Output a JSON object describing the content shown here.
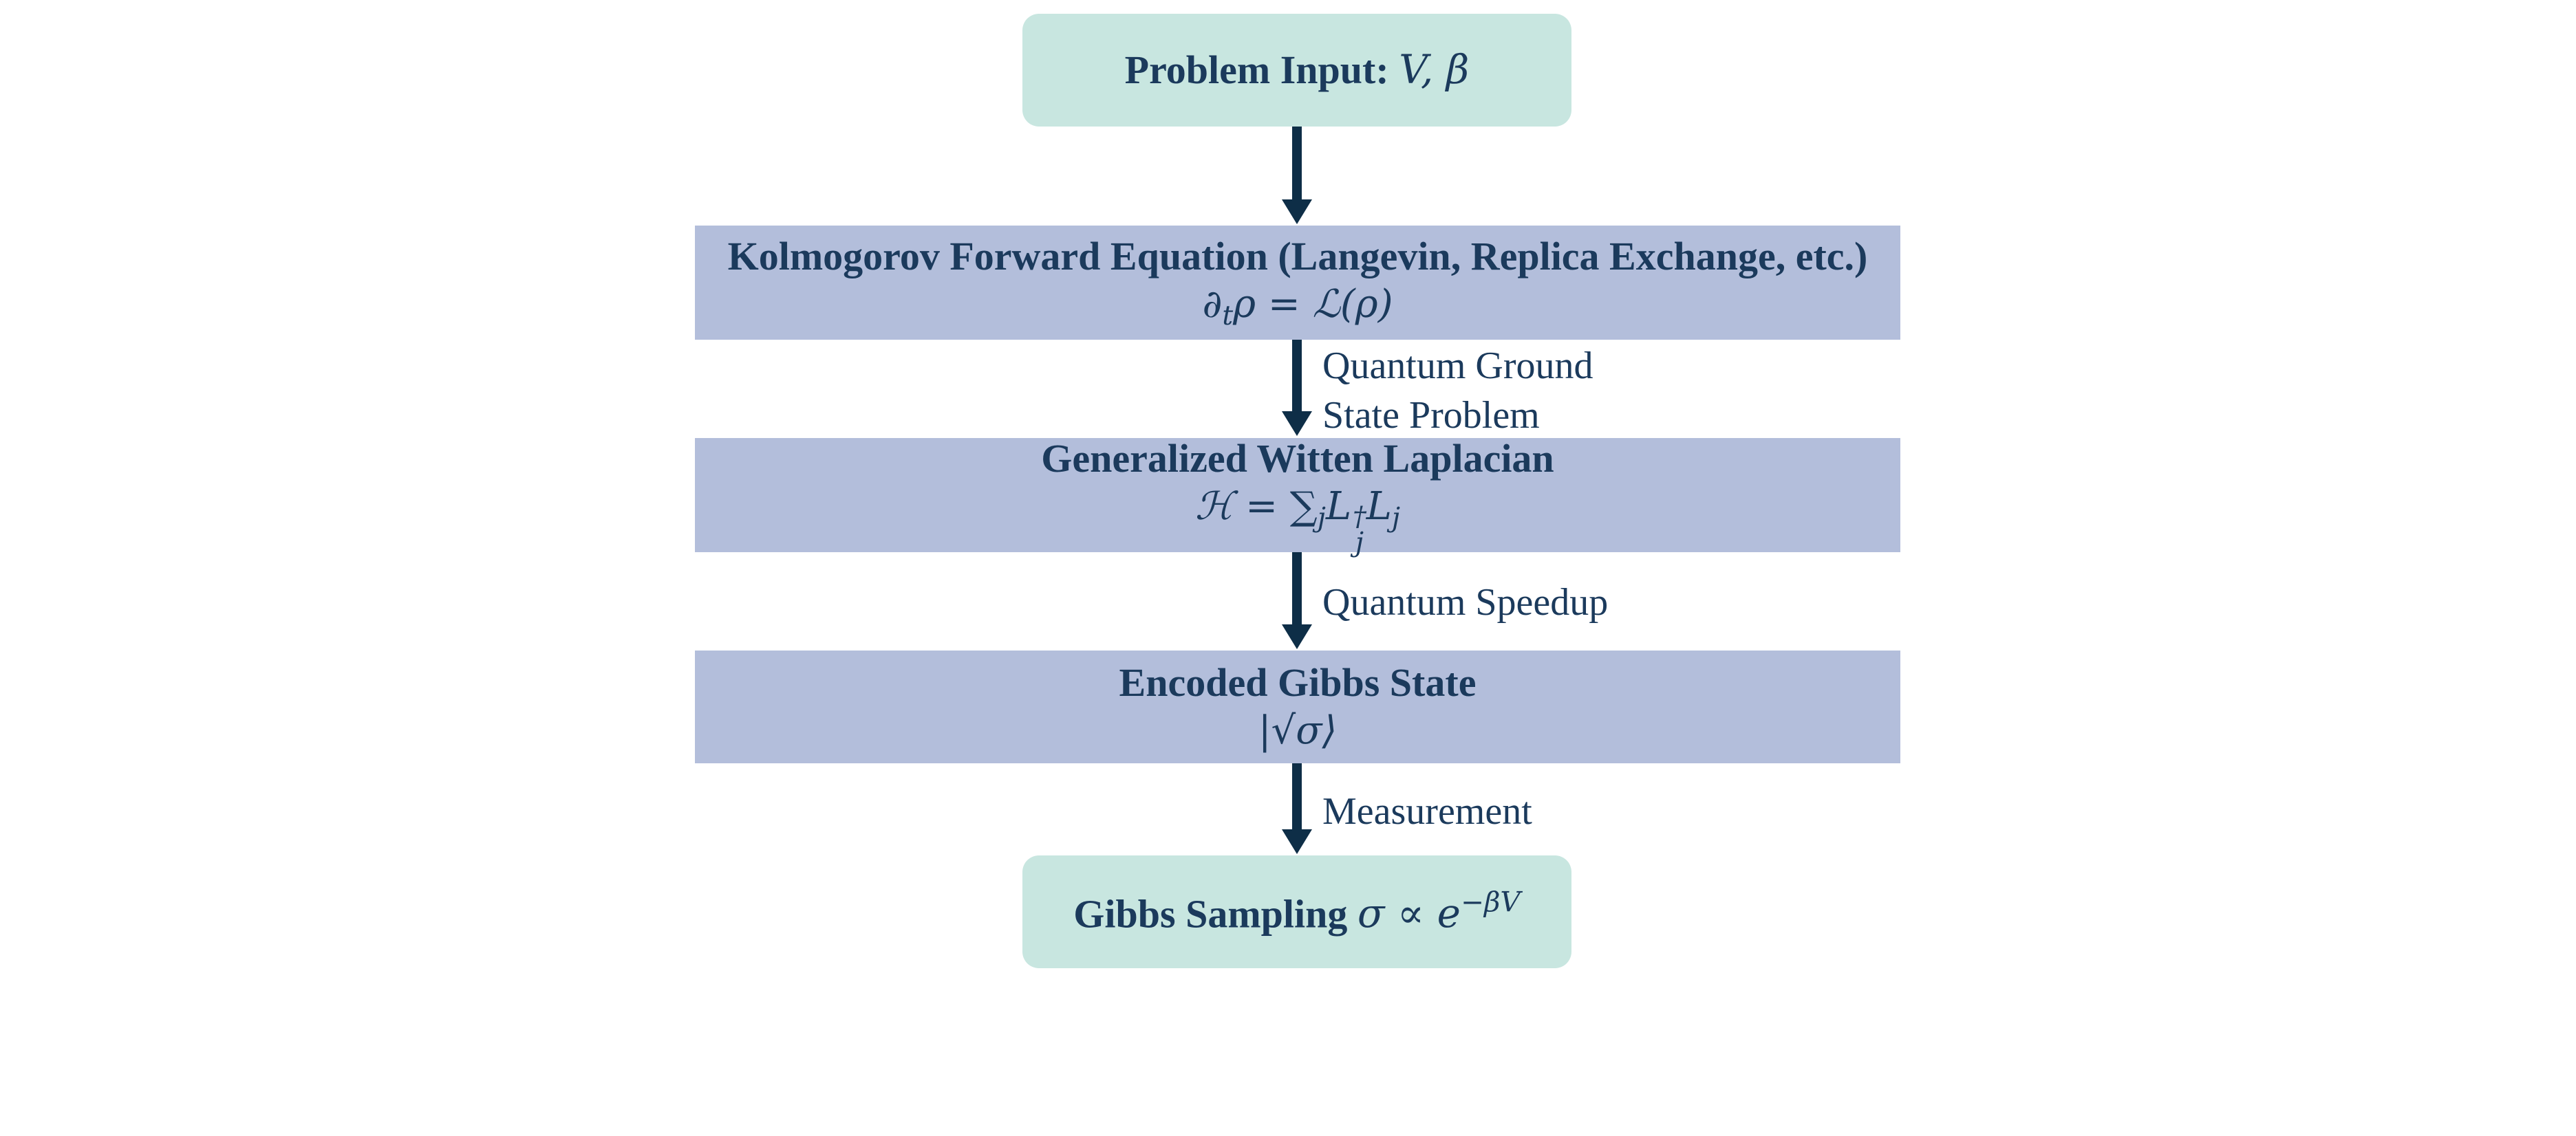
{
  "nodes": {
    "input": {
      "title": "Problem Input:",
      "formula": "V, β"
    },
    "kfe": {
      "title": "Kolmogorov Forward Equation (Langevin, Replica Exchange, etc.)",
      "formula": "∂tρ = ℒ(ρ)"
    },
    "witten": {
      "title": "Generalized Witten Laplacian",
      "formula": "ℋ = ∑j Lj† Lj"
    },
    "gibbs_state": {
      "title": "Encoded Gibbs State",
      "formula": "|√σ⟩"
    },
    "output": {
      "title": "Gibbs Sampling",
      "formula": "σ ∝ e^−βV"
    }
  },
  "edges": [
    {
      "from": "input",
      "to": "kfe",
      "label_lines": []
    },
    {
      "from": "kfe",
      "to": "witten",
      "label_lines": [
        "Quantum Ground",
        "State Problem"
      ]
    },
    {
      "from": "witten",
      "to": "gibbs_state",
      "label_lines": [
        "Quantum Speedup"
      ]
    },
    {
      "from": "gibbs_state",
      "to": "output",
      "label_lines": [
        "Measurement"
      ]
    }
  ],
  "colors": {
    "terminal_fill": "#c8e6e0",
    "process_fill": "#b3bedb",
    "arrow": "#0e2e47",
    "text": "#1b3a5c"
  }
}
